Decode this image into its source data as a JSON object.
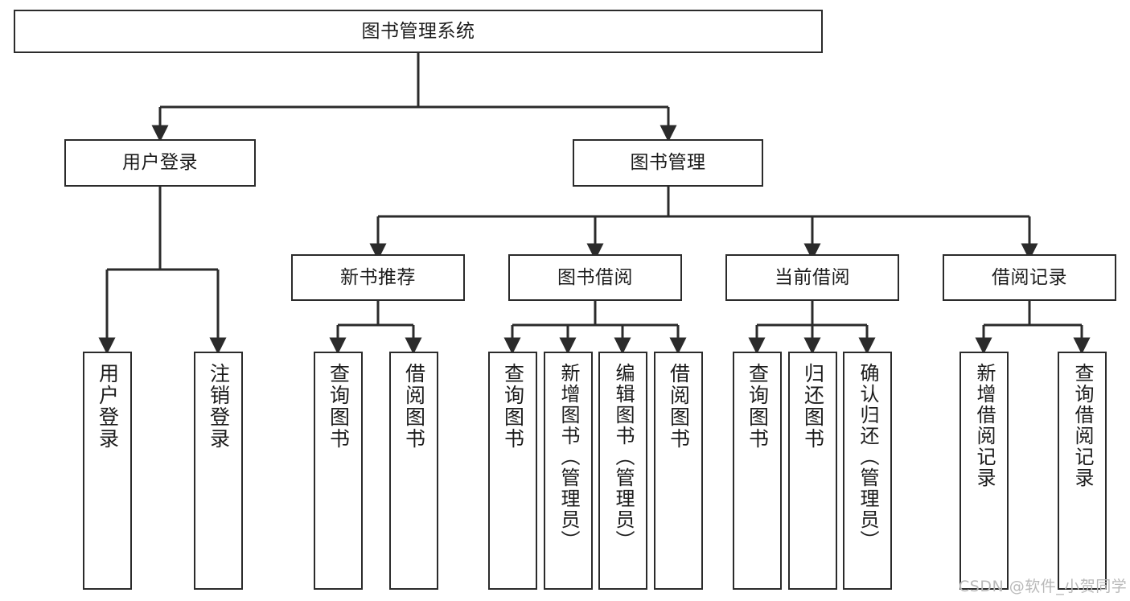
{
  "diagram": {
    "title": "图书管理系统",
    "type": "tree-hierarchy",
    "root": {
      "label": "图书管理系统"
    },
    "level2": [
      {
        "label": "用户登录"
      },
      {
        "label": "图书管理"
      }
    ],
    "level3": [
      {
        "label": "新书推荐"
      },
      {
        "label": "图书借阅"
      },
      {
        "label": "当前借阅"
      },
      {
        "label": "借阅记录"
      }
    ],
    "leaves": {
      "user_login": [
        {
          "label": "用户登录"
        },
        {
          "label": "注销登录"
        }
      ],
      "new_book_recommend": [
        {
          "label": "查询图书"
        },
        {
          "label": "借阅图书"
        }
      ],
      "book_borrow": [
        {
          "label": "查询图书"
        },
        {
          "label": "新增图书（管理员）"
        },
        {
          "label": "编辑图书（管理员）"
        },
        {
          "label": "借阅图书"
        }
      ],
      "current_borrow": [
        {
          "label": "查询图书"
        },
        {
          "label": "归还图书"
        },
        {
          "label": "确认归还（管理员）"
        }
      ],
      "borrow_record": [
        {
          "label": "新增借阅记录"
        },
        {
          "label": "查询借阅记录"
        }
      ]
    }
  },
  "watermark": {
    "text": "CSDN @软件_小贺同学"
  },
  "colors": {
    "stroke": "#2b2b2b",
    "text": "#1c1c1c",
    "background": "#ffffff",
    "watermark": "#b9b9b9"
  }
}
